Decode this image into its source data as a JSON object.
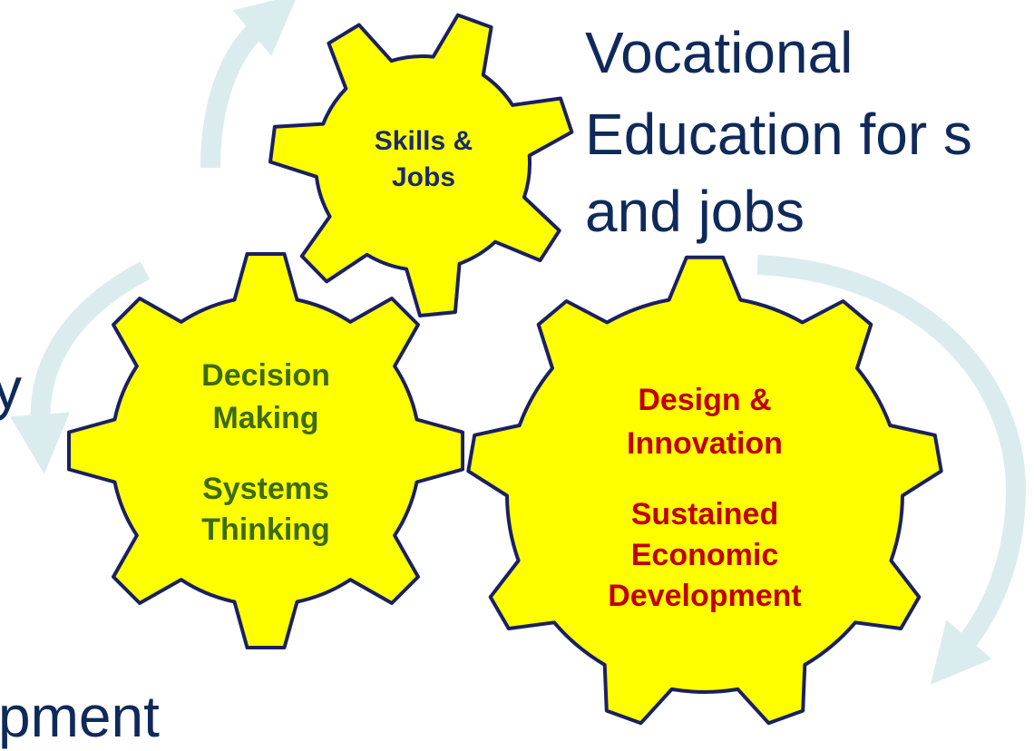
{
  "headline": {
    "line1": "Vocational",
    "line2": "Education for s",
    "line3": "and jobs"
  },
  "left_fragment": "pment",
  "left_edge_fragment": "y",
  "gears": {
    "skills": {
      "line1": "Skills &",
      "line2": "Jobs"
    },
    "decision": {
      "line1": "Decision",
      "line2": "Making",
      "line3": "Systems",
      "line4": "Thinking"
    },
    "design": {
      "line1": "Design &",
      "line2": "Innovation",
      "line3": "Sustained",
      "line4": "Economic",
      "line5": "Development"
    }
  },
  "colors": {
    "gear_fill": "#ffff00",
    "gear_stroke": "#1a2060",
    "skills_text": "#1a2a6a",
    "decision_text": "#3d6b0f",
    "design_text": "#c00000",
    "arrow": "#dbecef",
    "headline": "#0f2a5a"
  }
}
